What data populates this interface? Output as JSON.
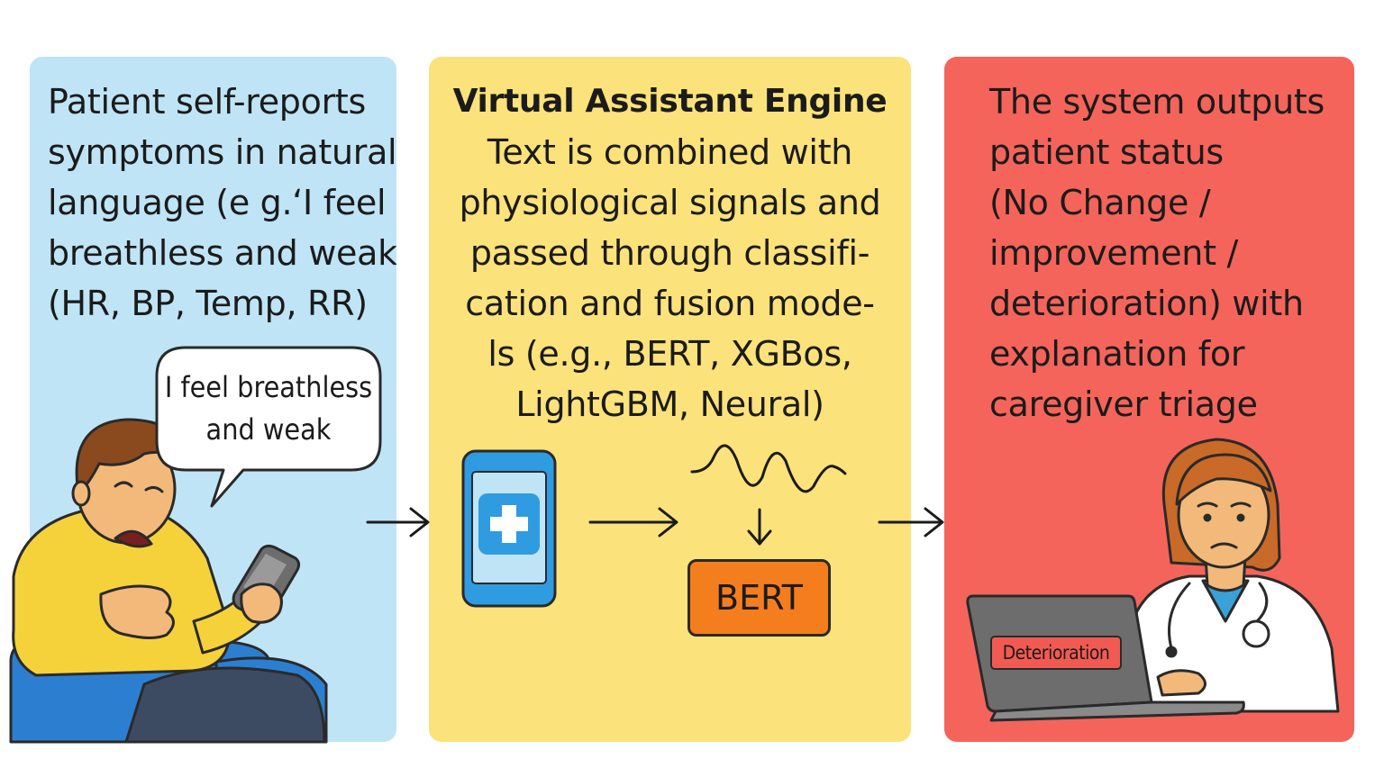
{
  "input_panel": {
    "lines": [
      "Patient self-reports",
      "symptoms in natural",
      "language (e g.‘I feel",
      "breathless and weak’)",
      "(HR, BP, Temp, RR)"
    ],
    "speech_bubble": [
      "I feel breathless",
      "and weak"
    ],
    "color": "#bfe4f5"
  },
  "engine_panel": {
    "title": "Virtual Assistant Engine",
    "lines": [
      "Text is combined with",
      "physiological signals and",
      "passed through classifi-",
      "cation and fusion mode-",
      "ls (e.g., BERT, XGBos,",
      "LightGBM, Neural)"
    ],
    "model_box": "BERT",
    "color": "#fbe27a"
  },
  "output_panel": {
    "lines": [
      "The system outputs",
      "patient status",
      "(No Change /",
      "improvement  /",
      "deterioration)  with",
      "explanation for",
      "caregiver triage"
    ],
    "screen_label": "Deterioration",
    "color": "#f4645a"
  },
  "icons": [
    "patient-icon",
    "smartphone-icon",
    "medical-cross-icon",
    "waveform-icon",
    "arrow-down-icon",
    "doctor-icon",
    "laptop-icon",
    "stethoscope-icon",
    "arrow-right-icon"
  ]
}
